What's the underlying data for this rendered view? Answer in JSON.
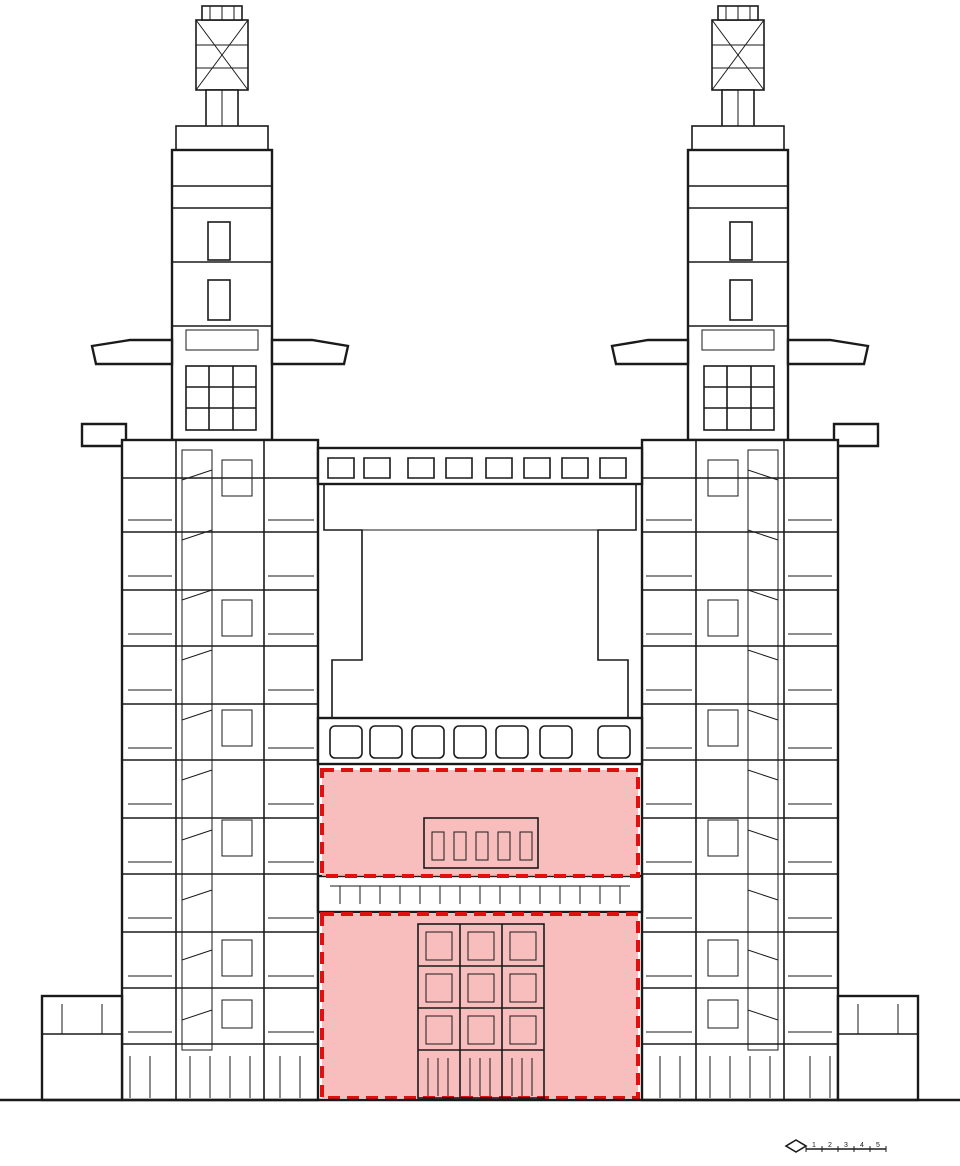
{
  "highlight_color": "#e01010",
  "highlight_fill": "#f7b3b3",
  "line_color": "#1a1a1a",
  "scale_bar": {
    "ticks": [
      "1",
      "2",
      "3",
      "4",
      "5"
    ]
  },
  "highlighted_zones": [
    {
      "name": "upper-highlighted-hall"
    },
    {
      "name": "lower-highlighted-hall"
    }
  ]
}
